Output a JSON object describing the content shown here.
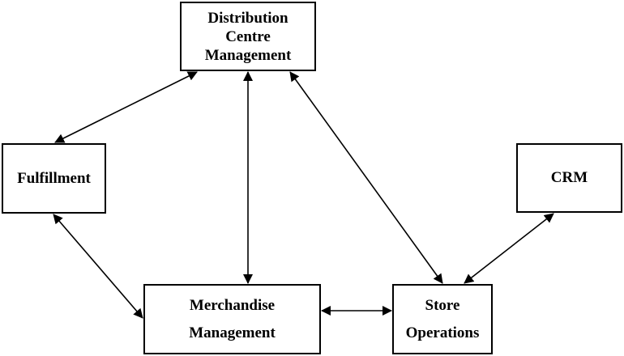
{
  "diagram": {
    "nodes": {
      "dcm": {
        "lines": [
          "Distribution",
          "Centre",
          "Management"
        ]
      },
      "fulfillment": {
        "lines": [
          "Fulfillment"
        ]
      },
      "crm": {
        "lines": [
          "CRM"
        ]
      },
      "merch": {
        "lines": [
          "Merchandise",
          "Management"
        ]
      },
      "store": {
        "lines": [
          "Store",
          "Operations"
        ]
      }
    },
    "edges": [
      {
        "from": "dcm",
        "to": "fulfillment",
        "bidirectional": true
      },
      {
        "from": "dcm",
        "to": "merch",
        "bidirectional": true
      },
      {
        "from": "dcm",
        "to": "store",
        "bidirectional": true
      },
      {
        "from": "fulfillment",
        "to": "merch",
        "bidirectional": true
      },
      {
        "from": "merch",
        "to": "store",
        "bidirectional": true
      },
      {
        "from": "crm",
        "to": "store",
        "bidirectional": true
      }
    ],
    "colors": {
      "line": "#000000",
      "box_border": "#000000",
      "background": "#ffffff"
    }
  }
}
